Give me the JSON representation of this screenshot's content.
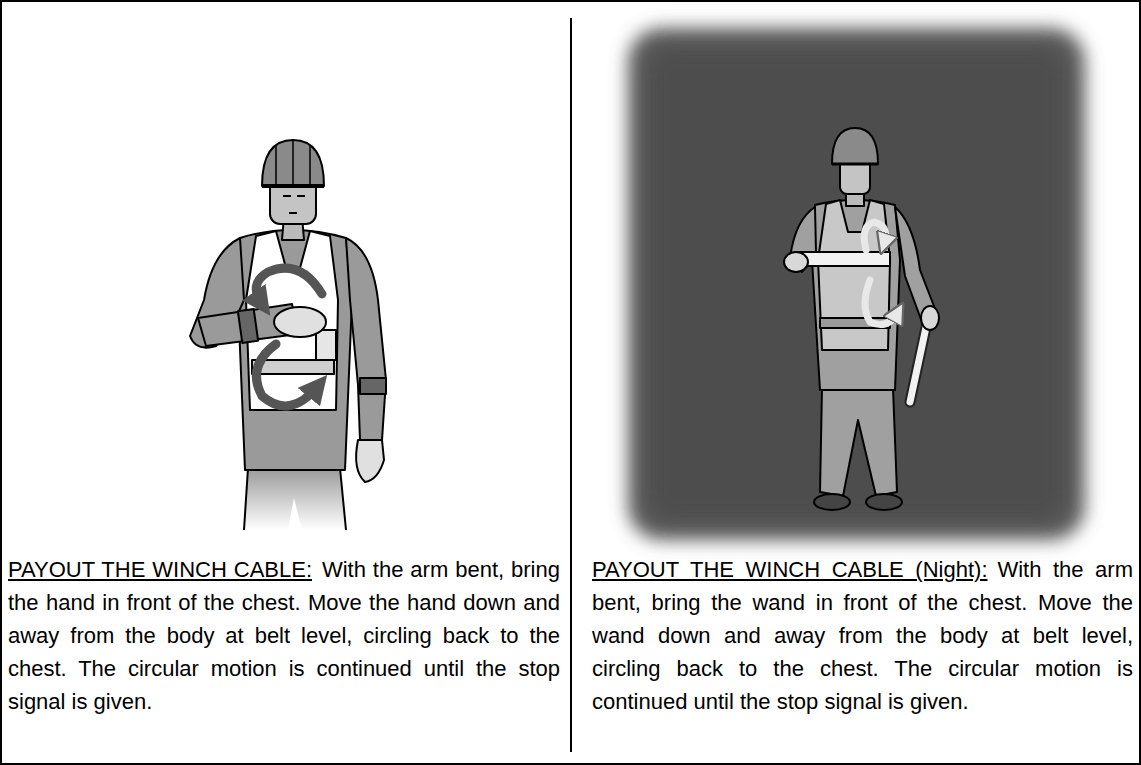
{
  "diagram": {
    "labels": [
      "PAYOUT THE WINCH CABLE:",
      "With the arm bent, bring the hand in front of the chest. Move the hand down and away from the body at belt level, circling back to the chest. The circular motion is continued until the stop signal is given.",
      "PAYOUT THE WINCH CABLE (Night):",
      "With the arm bent, bring the wand in front of the chest. Move the wand down and away from the body at belt level, circling back to the chest. The circular motion is continued until the stop signal is given."
    ]
  }
}
